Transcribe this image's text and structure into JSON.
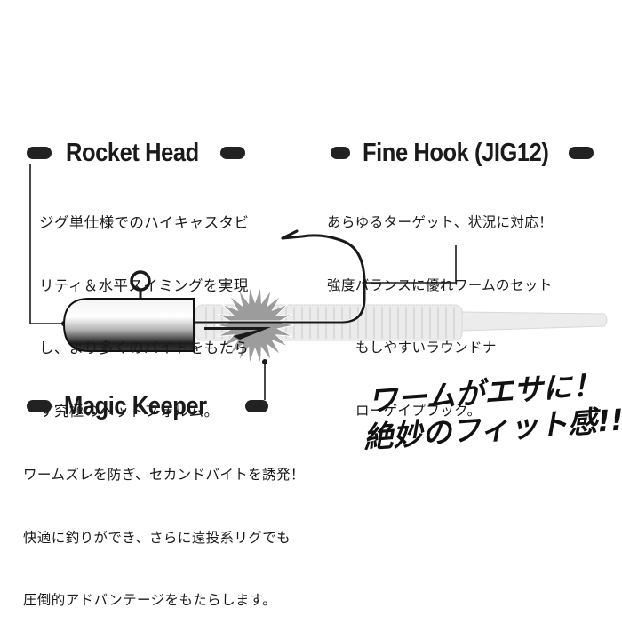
{
  "colors": {
    "ink": "#1a1a1a",
    "worm": "#e8e8e8",
    "burst": "#9a9a9a"
  },
  "features": {
    "rocket_head": {
      "title": "Rocket Head",
      "lines": [
        "ジグ単仕様でのハイキャスタビ",
        "リティ＆水平スイミングを実現",
        "し、より多くのバイトをもたら",
        "す究極のヘッドフォルム。"
      ]
    },
    "fine_hook": {
      "title": "Fine Hook (JIG12)",
      "lines": [
        "あらゆるターゲット、状況に対応！",
        "強度バランスに優れワームのセット",
        "もしやすいラウンドナ",
        "ローゲイプフック。"
      ]
    },
    "magic_keeper": {
      "title": "Magic Keeper",
      "lines": [
        "ワームズレを防ぎ、セカンドバイトを誘発！",
        "快適に釣りができ、さらに遠投系リグでも",
        "圧倒的アドバンテージをもたらします。"
      ]
    }
  },
  "slogan": {
    "line1": "ワームがエサに！",
    "line2": "絶妙のフィット感!!"
  }
}
